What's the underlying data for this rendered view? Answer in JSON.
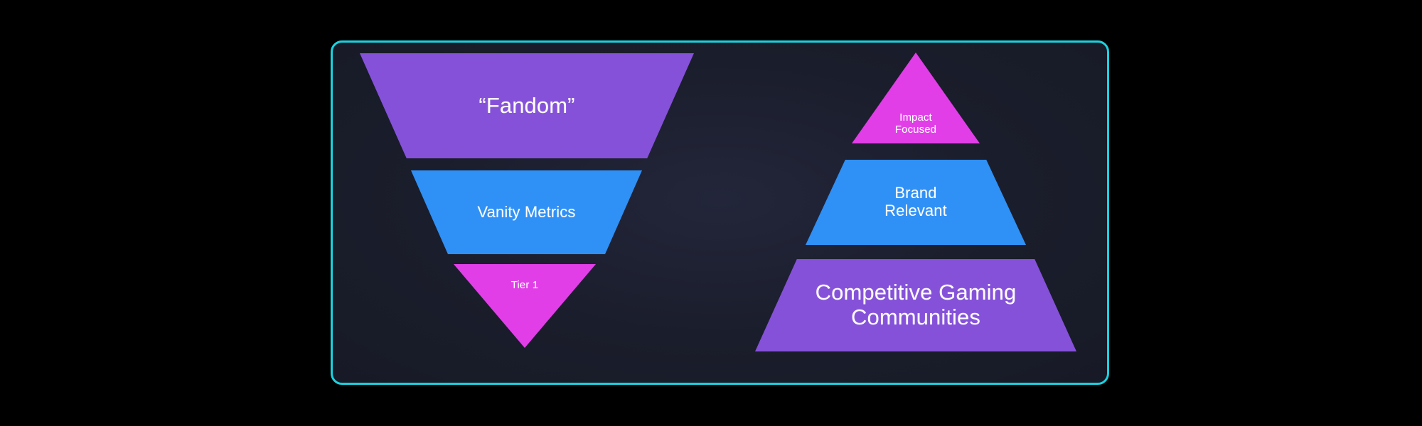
{
  "background_color": "#000000",
  "card": {
    "border_color": "#19d3e0",
    "fill_color": "#1a1d2b"
  },
  "palette": {
    "purple": "#8551d9",
    "blue": "#2f90f5",
    "magenta": "#e13ee8",
    "text": "#ffffff",
    "accent_border": "#19d3e0"
  },
  "funnel": {
    "name": "inverted-funnel",
    "segments": [
      {
        "label": "“Fandom”",
        "color": "#8551d9",
        "shape": "trapezoid"
      },
      {
        "label": "Vanity Metrics",
        "color": "#2f90f5",
        "shape": "trapezoid"
      },
      {
        "label": "Tier 1",
        "color": "#e13ee8",
        "shape": "inverted-triangle"
      }
    ]
  },
  "pyramid": {
    "name": "pyramid",
    "segments": [
      {
        "label": "Impact\nFocused",
        "color": "#e13ee8",
        "shape": "triangle"
      },
      {
        "label": "Brand\nRelevant",
        "color": "#2f90f5",
        "shape": "trapezoid"
      },
      {
        "label": "Competitive Gaming\nCommunities",
        "color": "#8551d9",
        "shape": "trapezoid"
      }
    ]
  }
}
